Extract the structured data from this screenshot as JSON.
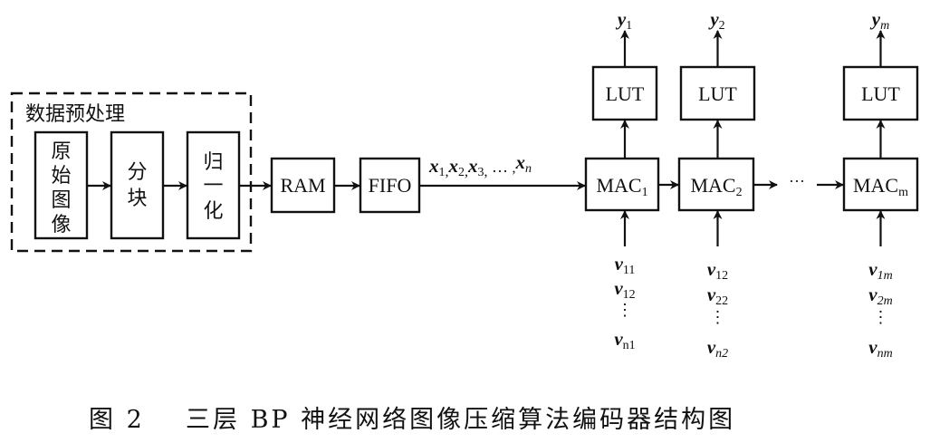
{
  "preprocess": {
    "title": "数据预处理",
    "blocks": [
      {
        "chars": [
          "原",
          "始",
          "图",
          "像"
        ]
      },
      {
        "chars": [
          "分",
          "块"
        ]
      },
      {
        "chars": [
          "归",
          "一",
          "化"
        ]
      }
    ]
  },
  "ram_label": "RAM",
  "fifo_label": "FIFO",
  "input_seq": {
    "items": [
      {
        "base": "x",
        "sub": "1"
      },
      {
        "base": "x",
        "sub": "2"
      },
      {
        "base": "x",
        "sub": "3"
      },
      {
        "ellipsis": "…"
      },
      {
        "base": "x",
        "sub": "n"
      }
    ],
    "separator": ","
  },
  "columns": [
    {
      "lut_label": "LUT",
      "mac_label": "MAC",
      "mac_sub": "1",
      "output": {
        "base": "y",
        "sub": "1"
      },
      "weights": [
        {
          "base": "v",
          "sub": "11",
          "sub_italic": false
        },
        {
          "base": "v",
          "sub": "12",
          "sub_italic": false
        },
        {
          "vdots": "⋮"
        },
        {
          "base": "v",
          "sub": "n1",
          "sub_italic": false
        }
      ]
    },
    {
      "lut_label": "LUT",
      "mac_label": "MAC",
      "mac_sub": "2",
      "output": {
        "base": "y",
        "sub": "2"
      },
      "weights": [
        {
          "base": "v",
          "sub": "12",
          "sub_italic": false
        },
        {
          "base": "v",
          "sub": "22",
          "sub_italic": false
        },
        {
          "vdots": "⋮"
        },
        {
          "base": "v",
          "sub": "n2",
          "sub_italic": true
        }
      ]
    },
    {
      "lut_label": "LUT",
      "mac_label": "MAC",
      "mac_sub": "m",
      "output": {
        "base": "y",
        "sub": "m"
      },
      "weights": [
        {
          "base": "v",
          "sub": "1m",
          "sub_italic": true
        },
        {
          "base": "v",
          "sub": "2m",
          "sub_italic": true
        },
        {
          "vdots": "⋮"
        },
        {
          "base": "v",
          "sub": "nm",
          "sub_italic": true
        }
      ]
    }
  ],
  "chain_ellipsis": "···",
  "caption": {
    "figure_number": "图 2",
    "text": "三层 BP 神经网络图像压缩算法编码器结构图"
  }
}
